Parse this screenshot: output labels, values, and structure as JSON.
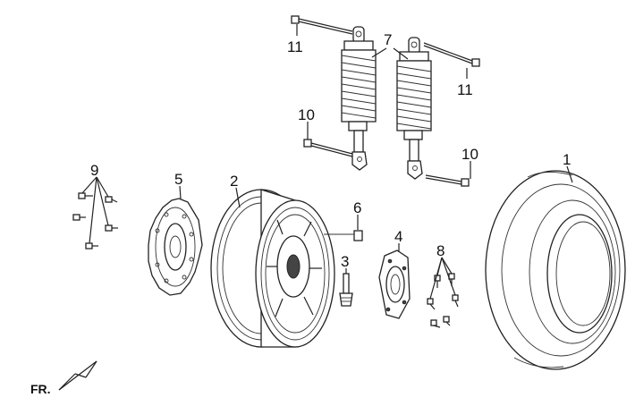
{
  "callouts": {
    "c1": "1",
    "c2": "2",
    "c3": "3",
    "c4": "4",
    "c5": "5",
    "c6": "6",
    "c7": "7",
    "c8": "8",
    "c9": "9",
    "c10a": "10",
    "c10b": "10",
    "c11a": "11",
    "c11b": "11"
  },
  "direction_label": "FR."
}
